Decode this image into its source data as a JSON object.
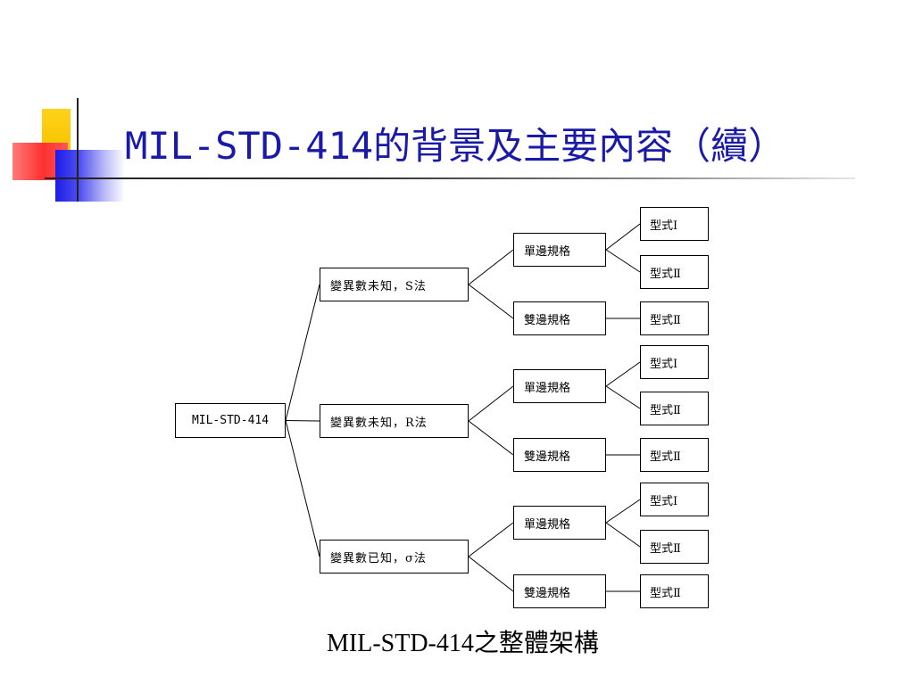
{
  "slide": {
    "title": "MIL-STD-414的背景及主要內容（續）",
    "caption": "MIL-STD-414之整體架構",
    "colors": {
      "title": "#1a1aa8",
      "deco_yellow": "#ffd21a",
      "deco_red": "#ff3030",
      "deco_blue": "#1c1ce8"
    }
  },
  "diagram": {
    "root": "MIL-STD-414",
    "branches": [
      {
        "label": "變異數未知，S法",
        "children": [
          {
            "label": "單邊規格",
            "children": [
              "型式Ⅰ",
              "型式Ⅱ"
            ]
          },
          {
            "label": "雙邊規格",
            "children": [
              "型式Ⅱ"
            ]
          }
        ]
      },
      {
        "label": "變異數未知，R法",
        "children": [
          {
            "label": "單邊規格",
            "children": [
              "型式Ⅰ",
              "型式Ⅱ"
            ]
          },
          {
            "label": "雙邊規格",
            "children": [
              "型式Ⅱ"
            ]
          }
        ]
      },
      {
        "label": "變異數已知，σ法",
        "children": [
          {
            "label": "單邊規格",
            "children": [
              "型式Ⅰ",
              "型式Ⅱ"
            ]
          },
          {
            "label": "雙邊規格",
            "children": [
              "型式Ⅱ"
            ]
          }
        ]
      }
    ]
  }
}
